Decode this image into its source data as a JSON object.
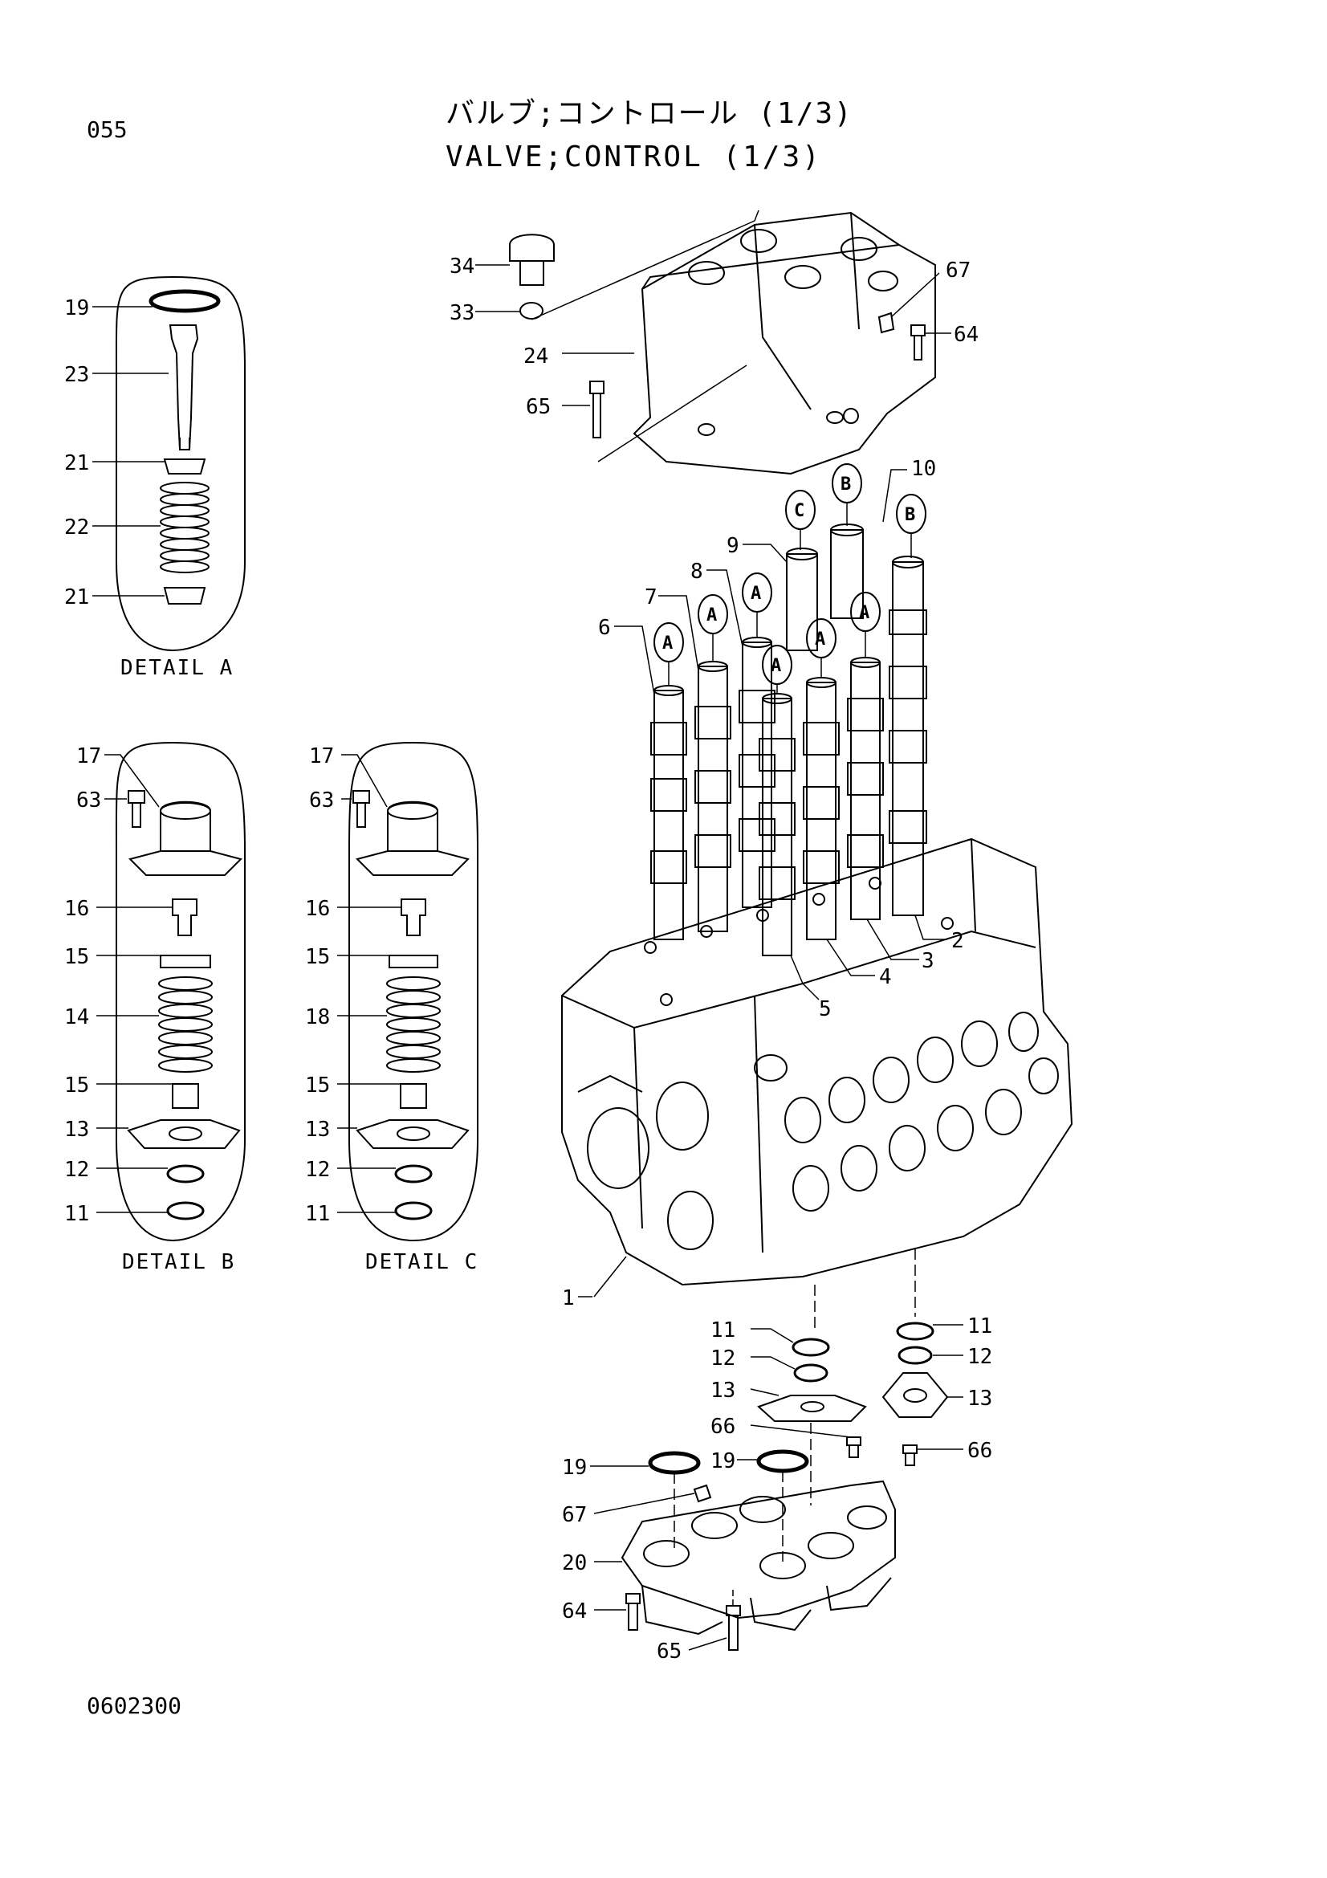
{
  "page": {
    "page_number": "055",
    "title_jp": "バルブ;コントロール (1/3)",
    "title_en": "VALVE;CONTROL (1/3)",
    "drawing_number": "0602300"
  },
  "details": {
    "a": {
      "caption": "DETAIL A",
      "labels": [
        "19",
        "23",
        "21",
        "22",
        "21"
      ]
    },
    "b": {
      "caption": "DETAIL B",
      "labels": [
        "17",
        "63",
        "16",
        "15",
        "14",
        "15",
        "13",
        "12",
        "11"
      ]
    },
    "c": {
      "caption": "DETAIL C",
      "labels": [
        "17",
        "63",
        "16",
        "15",
        "18",
        "15",
        "13",
        "12",
        "11"
      ]
    }
  },
  "main": {
    "top_labels": [
      "34",
      "33",
      "24",
      "65",
      "67",
      "64"
    ],
    "spool_labels": [
      "10",
      "9",
      "8",
      "7",
      "6",
      "2",
      "3",
      "4",
      "5"
    ],
    "spool_refs": [
      "B",
      "C",
      "B",
      "A",
      "A",
      "A",
      "A",
      "A",
      "A"
    ],
    "body_label": "1",
    "bottom_labels": [
      "11",
      "12",
      "13",
      "66",
      "11",
      "12",
      "13",
      "66",
      "19",
      "19",
      "67",
      "20",
      "64",
      "65"
    ]
  },
  "colors": {
    "line": "#000000",
    "background": "#ffffff"
  }
}
